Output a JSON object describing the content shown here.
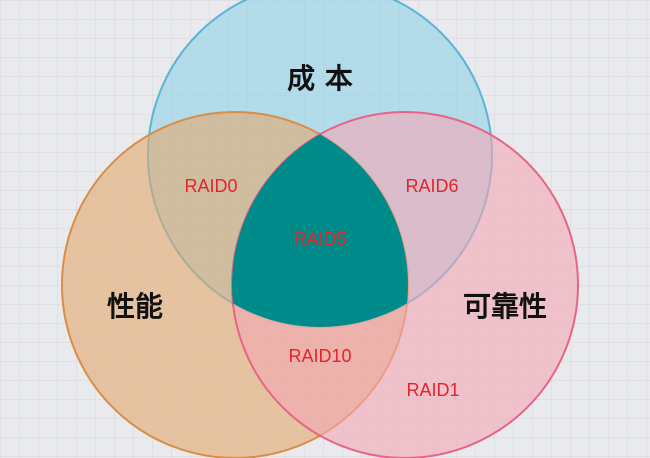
{
  "sets": {
    "cost": {
      "title": "成 本",
      "color": "#8fd0e8",
      "stroke": "#5ab4d6"
    },
    "performance": {
      "title": "性能",
      "color": "#e3a96e",
      "stroke": "#d98d45"
    },
    "reliability": {
      "title": "可靠性",
      "color": "#f3a7b4",
      "stroke": "#e76487"
    }
  },
  "regions": {
    "cost_performance": "RAID0",
    "cost_reliability": "RAID6",
    "all_three": "RAID5",
    "performance_reliability": "RAID10",
    "reliability_only": "RAID1"
  },
  "colors": {
    "center": "#008b8b",
    "label": "#e2252b",
    "background": "#e9eaee",
    "grid": "#d6d7db"
  }
}
